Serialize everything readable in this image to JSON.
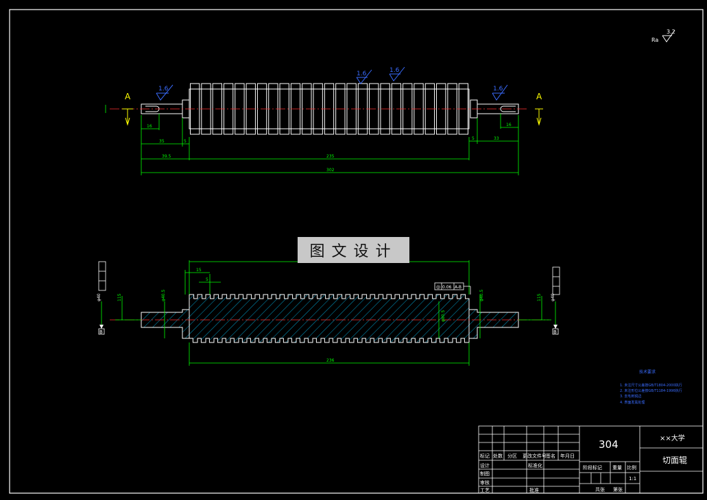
{
  "watermark": "图文设计",
  "view_labels": {
    "left": "A",
    "right": "A"
  },
  "roughness": {
    "left_end": "1.6",
    "body_a": "1.6",
    "body_b": "1.6",
    "right_end": "1.6",
    "corner": "3.2"
  },
  "top_dims": {
    "left_shaft": "35",
    "left_step": "5",
    "left_seg": "39.5",
    "body": "235",
    "right_step": "5",
    "right_shaft": "33",
    "total": "302",
    "left_key": "16",
    "right_key": "16"
  },
  "bottom_dims": {
    "pitch_a": "15",
    "pitch_b": "5",
    "body": "236",
    "left_dia": "φ40.5",
    "right_dia": "φ40.5",
    "left_len": "115",
    "right_len": "115",
    "mid_dia": "φ80.5",
    "left_end_dia": "φ40",
    "right_end_dia": "φ40"
  },
  "datums": {
    "left": "B",
    "right": "B"
  },
  "tolerance_frame": {
    "symbol": "◎",
    "value": "0.06",
    "datum": "A-B"
  },
  "notes": {
    "title": "技术要求",
    "items": [
      "1. 未注尺寸公差按GB/T1804-2000执行",
      "2. 未注形位公差按GB/T1184-1996执行",
      "3. 去毛刺锐边",
      "4. 表面发黑处理"
    ]
  },
  "title_block": {
    "material": "304",
    "school": "××大学",
    "part_name": "切面辊",
    "headers": [
      "标记",
      "处数",
      "分区",
      "更改文件号",
      "签名",
      "年月日"
    ],
    "rows": [
      "设计",
      "制图",
      "审核",
      "工艺"
    ],
    "std": "标准化",
    "approve": "批准",
    "stage": "阶段标记",
    "weight": "重量",
    "scale_label": "比例",
    "scale": "1:1",
    "sheets": "共张",
    "sheet": "第张"
  }
}
